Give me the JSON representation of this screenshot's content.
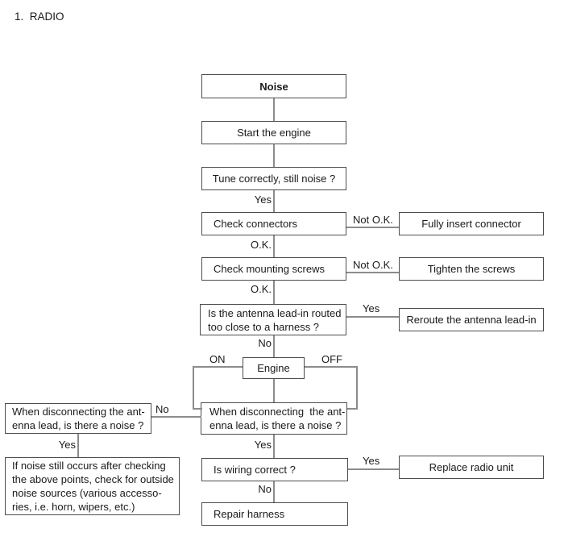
{
  "title": "1.  RADIO",
  "colors": {
    "background": "#ffffff",
    "box_border": "#4d4d4d",
    "connector_line": "#8c8c8c",
    "text": "#1a1a1a"
  },
  "nodes": {
    "noise": "Noise",
    "start_engine": "Start the engine",
    "tune": "Tune correctly, still noise ?",
    "check_connectors": "Check connectors",
    "fully_insert": "Fully insert connector",
    "check_screws": "Check mounting screws",
    "tighten_screws": "Tighten the screws",
    "antenna_line1": "Is the antenna lead-in routed",
    "antenna_line2": "too close to a harness ?",
    "reroute": "Reroute the antenna lead-in",
    "engine": "Engine",
    "when_center_line1": "When disconnecting  the ant-",
    "when_center_line2": "enna lead, is there a noise ?",
    "when_left_line1": "When disconnecting the ant-",
    "when_left_line2": "enna lead, is there a noise ?",
    "outside_line1": "If noise still occurs after checking",
    "outside_line2": "the above points, check for outside",
    "outside_line3": "noise sources (various accesso-",
    "outside_line4": "ries, i.e. horn, wipers, etc.)",
    "wiring": "Is wiring correct ?",
    "replace_radio": "Replace radio unit",
    "repair_harness": "Repair harness"
  },
  "labels": {
    "yes_tune": "Yes",
    "ok_connectors": "O.K.",
    "not_ok_connectors": "Not O.K.",
    "ok_screws": "O.K.",
    "not_ok_screws": "Not O.K.",
    "yes_antenna": "Yes",
    "no_antenna": "No",
    "on": "ON",
    "off": "OFF",
    "no_when": "No",
    "yes_when_left": "Yes",
    "yes_when_center": "Yes",
    "no_wiring": "No",
    "yes_wiring": "Yes"
  }
}
